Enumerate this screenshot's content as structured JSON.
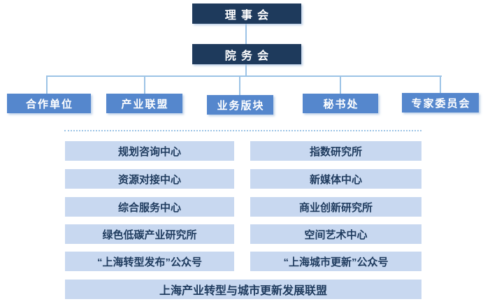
{
  "org_chart": {
    "root": "理事会",
    "council": "院务会",
    "branches": [
      {
        "label": "合作单位"
      },
      {
        "label": "产业联盟"
      },
      {
        "label": "业务版块"
      },
      {
        "label": "秘书处"
      },
      {
        "label": "专家委员会"
      }
    ],
    "departments_left": [
      "规划咨询中心",
      "资源对接中心",
      "综合服务中心",
      "绿色低碳产业研究所",
      "“上海转型发布”公众号"
    ],
    "departments_right": [
      "指数研究所",
      "新媒体中心",
      "商业创新研究所",
      "空间艺术中心",
      "“上海城市更新”公众号"
    ],
    "alliance": "上海产业转型与城市更新发展联盟",
    "colors": {
      "dark_navy": "#1e3a5c",
      "medium_blue": "#5587cd",
      "light_blue": "#c8d8f0",
      "connector_blue": "#9cc3e6",
      "text_dark": "#1f3b5e"
    }
  }
}
